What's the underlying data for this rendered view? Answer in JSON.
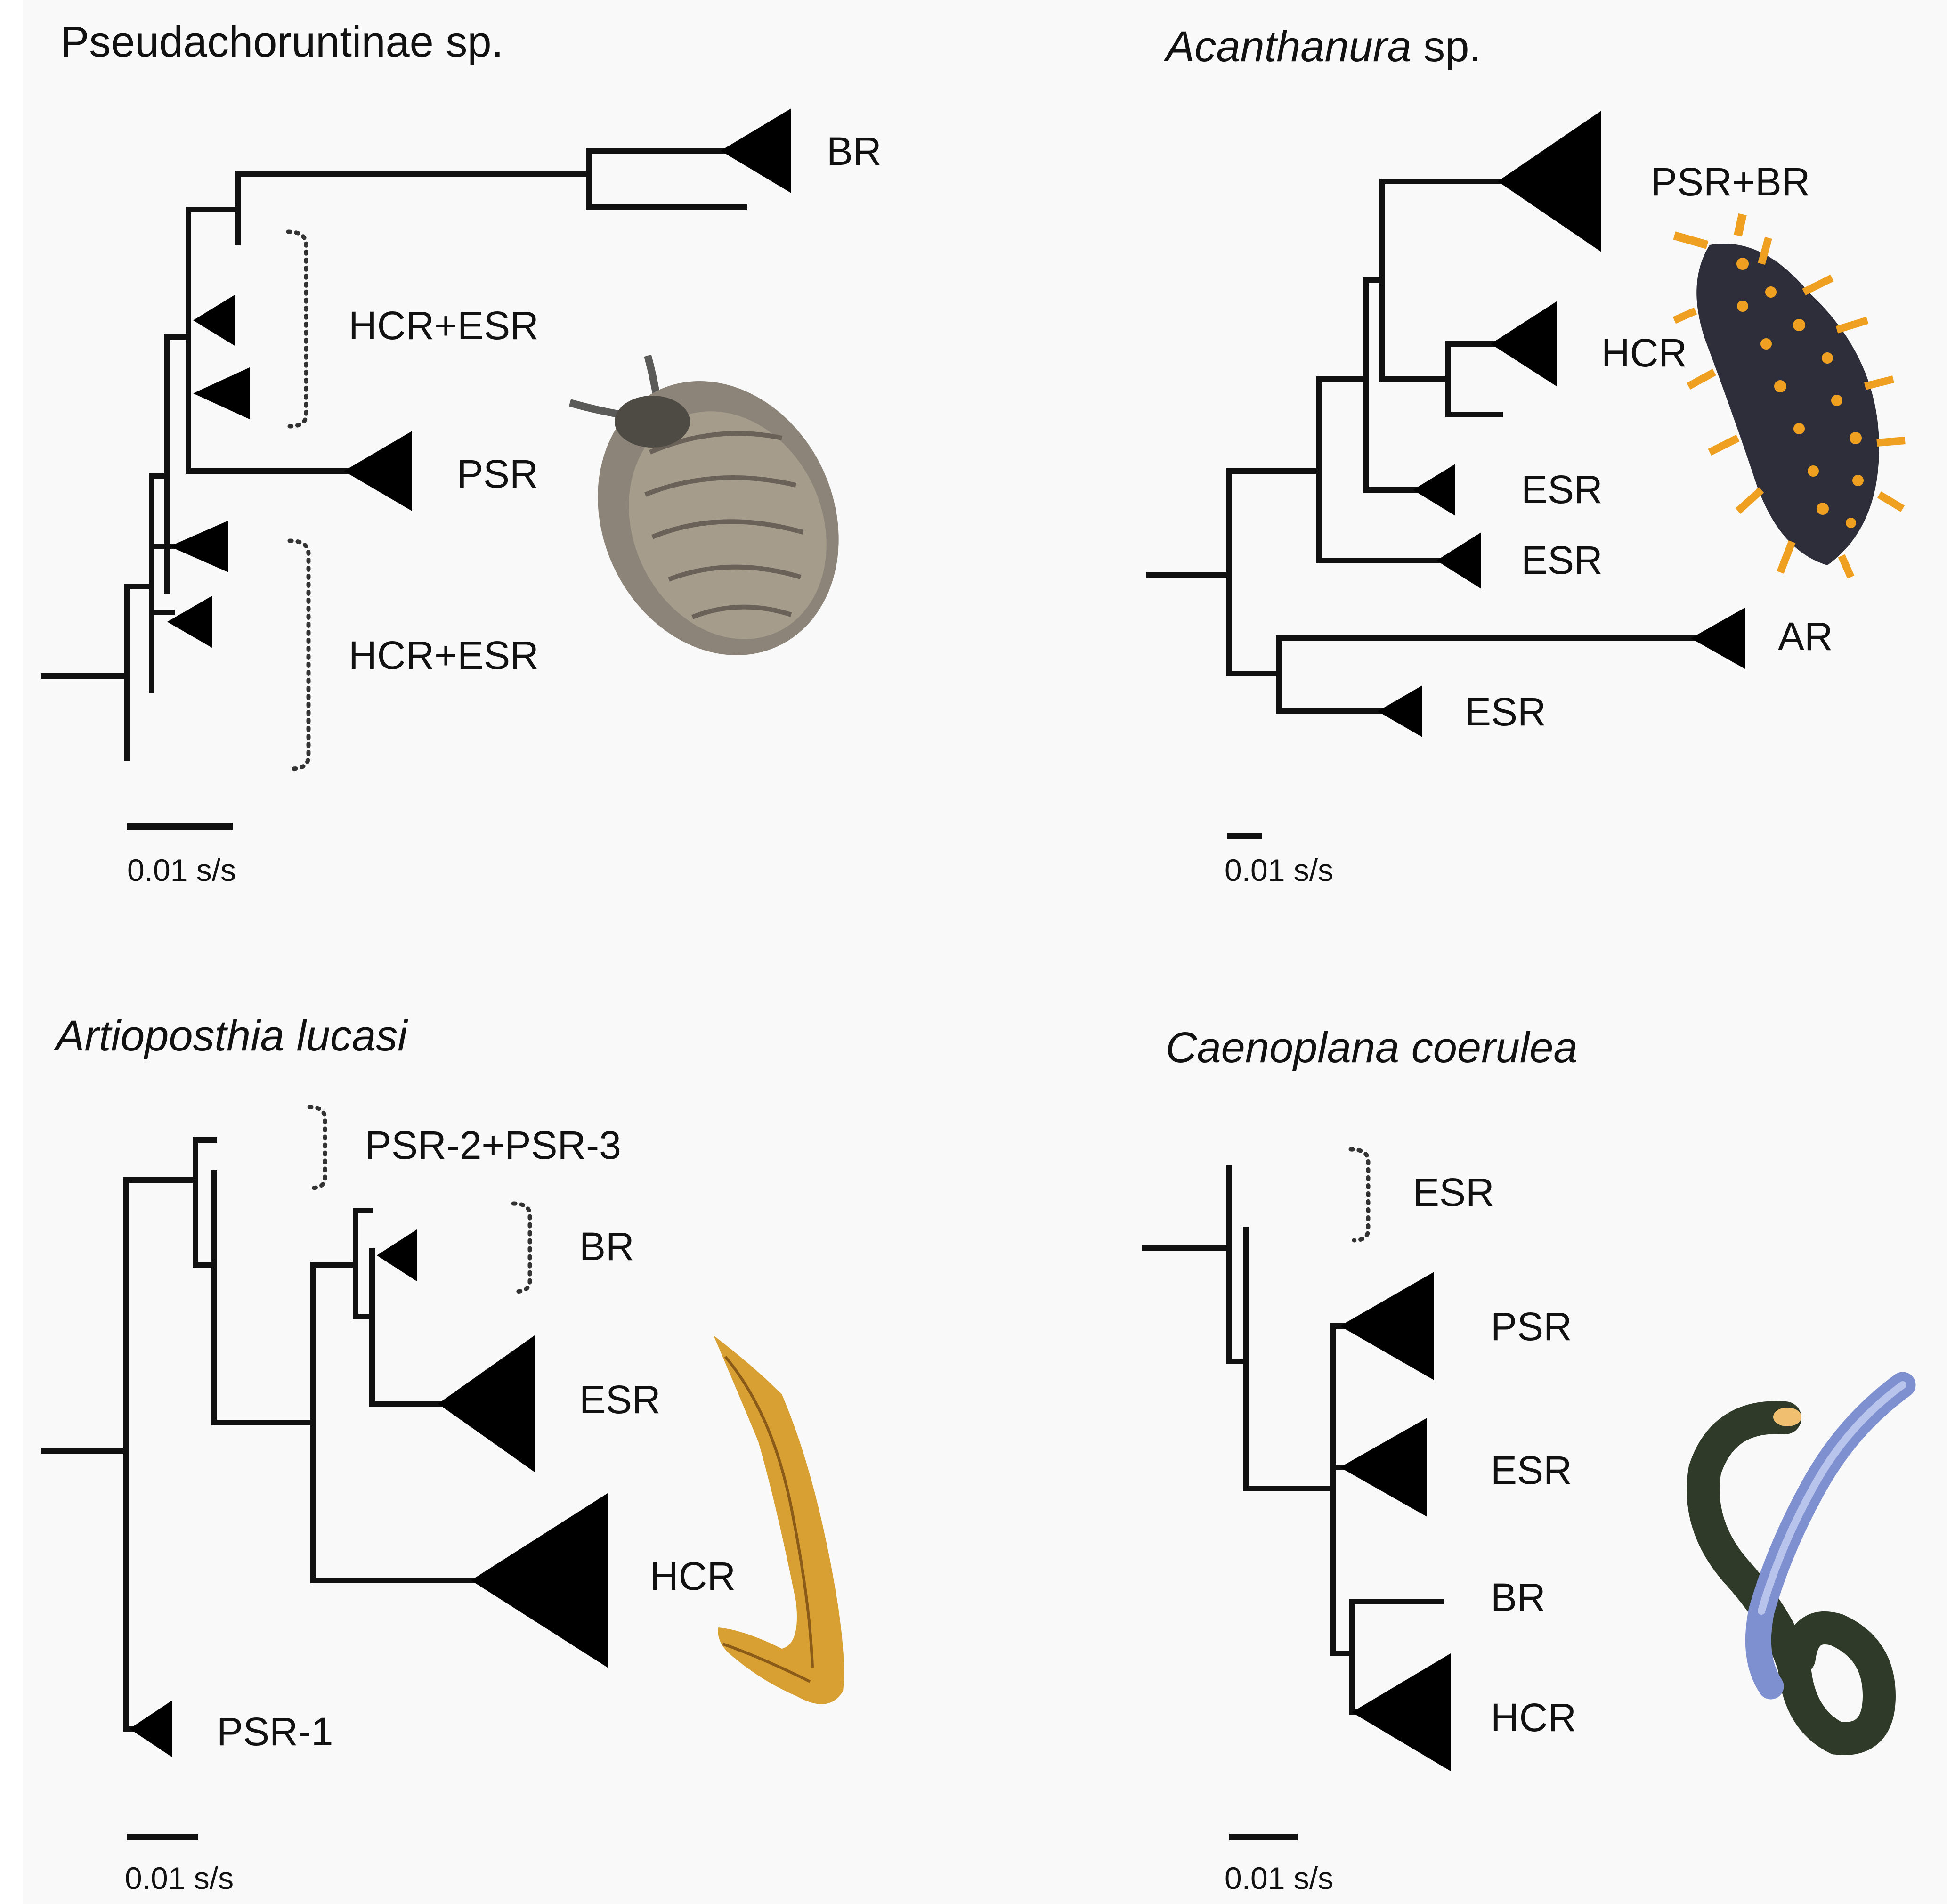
{
  "background_color": "#f9f9f9",
  "panels": {
    "top_left": {
      "title": "Pseudachoruntinae sp.",
      "title_italic": false,
      "scale_label": "0.01 s/s",
      "clade_labels": [
        "BR",
        "HCR+ESR",
        "PSR",
        "HCR+ESR"
      ],
      "photo": "grey-round-springtail"
    },
    "top_right": {
      "title_italic_part": "Acanthanura",
      "title_suffix": " sp.",
      "scale_label": "0.01 s/s",
      "clade_labels": [
        "PSR+BR",
        "HCR",
        "ESR",
        "ESR",
        "AR",
        "ESR"
      ],
      "photo": "black-orange-spiny-springtail"
    },
    "bottom_left": {
      "title": "Artioposthia lucasi",
      "title_italic": true,
      "scale_label": "0.01 s/s",
      "clade_labels": [
        "PSR-2+PSR-3",
        "BR",
        "ESR",
        "HCR",
        "PSR-1"
      ],
      "photo": "yellow-flatworm"
    },
    "bottom_right": {
      "title": "Caenoplana coerulea",
      "title_italic": true,
      "scale_label": "0.01 s/s",
      "clade_labels": [
        "ESR",
        "PSR",
        "ESR",
        "BR",
        "HCR"
      ],
      "photo": "blue-black-flatworm"
    }
  },
  "colors": {
    "tree": "#111111",
    "springtail_grey": "#8c8478",
    "springtail_dark": "#2e2e3a",
    "springtail_orange": "#f0a020",
    "flatworm_yellow": "#d8a033",
    "flatworm_dark": "#2f3a28",
    "flatworm_blue": "#7f90d0"
  }
}
